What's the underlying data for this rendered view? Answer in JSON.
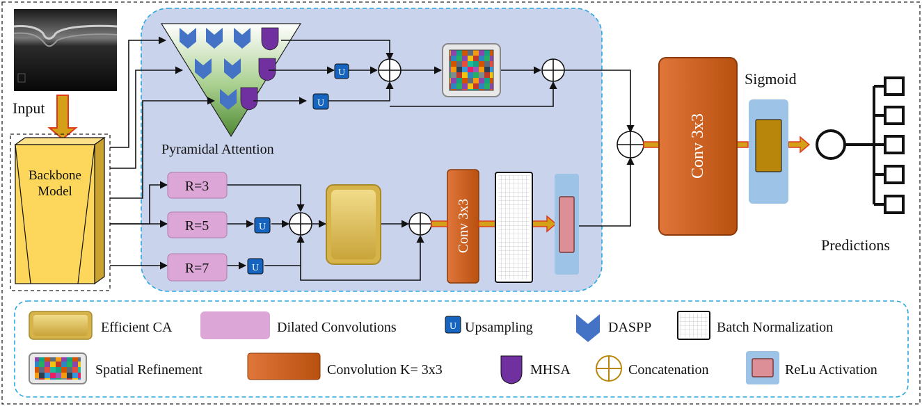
{
  "labels": {
    "input": "Input",
    "backbone_line1": "Backbone",
    "backbone_line2": "Model",
    "pyramidal_attention": "Pyramidal Attention",
    "r3": "R=3",
    "r5": "R=5",
    "r7": "R=7",
    "upsample_symbol": "U",
    "conv_small": "Conv 3x3",
    "conv_large": "Conv 3x3",
    "sigmoid": "Sigmoid",
    "predictions": "Predictions"
  },
  "legend": {
    "efficient_ca": "Efficient CA",
    "dilated_convolutions": "Dilated Convolutions",
    "upsampling": "Upsampling",
    "daspp": "DASPP",
    "batch_normalization": "Batch Normalization",
    "spatial_refinement": "Spatial Refinement",
    "convolution": "Convolution K= 3x3",
    "mhsa": "MHSA",
    "concatenation": "Concatenation",
    "relu_activation": "ReLu Activation"
  },
  "colors": {
    "attention_region": "#c9d3ec",
    "dashed_border": "#2aa7e0",
    "efficient_ca": "#e2c45c",
    "dilated_conv": "#dca7d6",
    "upsampling": "#1565c0",
    "daspp": "#4472c4",
    "mhsa": "#7030a0",
    "conv": "#c8581a",
    "relu": "#dc8f96",
    "activation_bg": "#9dc3e6",
    "concat_legend": "#b8860b",
    "backbone": "#fcd75b",
    "arrow_fill": "#d4a017",
    "arrow_outline": "#e03a1e"
  },
  "icons": {
    "concat": "circle-plus-icon",
    "upsample": "u-square-icon",
    "daspp": "chevron-icon",
    "mhsa": "shield-icon",
    "spatial_refinement": "color-grid-icon",
    "batch_norm": "grid-icon",
    "predictions": "tree-icon",
    "oct_scan": "oct-image-icon"
  }
}
